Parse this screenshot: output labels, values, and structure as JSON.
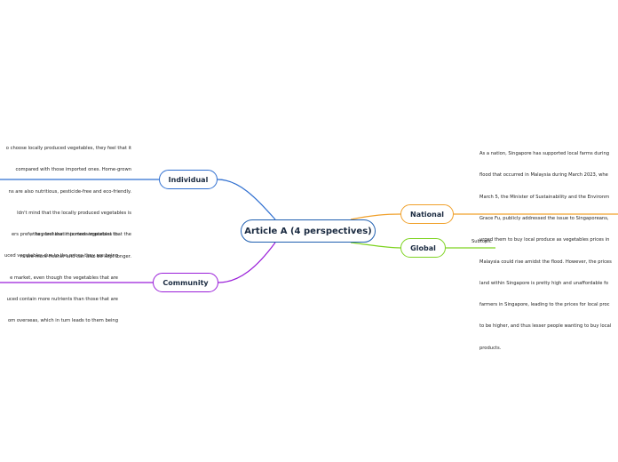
{
  "central": {
    "label": "Article A (4 perspectives)"
  },
  "branches": {
    "individual": {
      "label": "Individual",
      "color": "#2f6fd0",
      "note_lines": [
        "o choose locally produced vegetables, they feel that it",
        "compared with those imported ones. Home-grown",
        "ns are also nutritious, pesticide-free and eco-friendly.",
        "ldn't mind that the locally produced vegetables is",
        ", they feel that it is more important that the",
        "rs are more fresher and can also be kept longer."
      ]
    },
    "community": {
      "label": "Community",
      "color": "#9a1fd9",
      "note_lines": [
        "ers prefer to purchase imported vegetables to",
        "uced vegetables due to the prices they are being",
        "e market, even though the vegetables that are",
        "uced contain more nutrients than those that are",
        "om overseas, which in turn leads to them being"
      ]
    },
    "national": {
      "label": "National",
      "color": "#f0a02a",
      "note_lines": [
        "As a nation, Singapore has supported local farms during",
        "flood that occurred in Malaysia during March 2023, whe",
        "March 5, the Minister of Sustainability and the Environm",
        "Grace Fu, publicly addressed the issue to Singaporeans,",
        "urged them to buy local produce as vegetables prices in",
        "Malaysia could rise amidst the flood. However, the prices",
        "land within Singapore is pretty high and unaffordable fo",
        "farmers in Singapore, leading to the prices for local proc",
        "to be higher, and thus lesser people wanting to buy local",
        "products."
      ]
    },
    "global": {
      "label": "Global",
      "color": "#7ed321",
      "subtopic": "Subtopic"
    }
  },
  "colors": {
    "central_border": "#1f5fb0"
  }
}
